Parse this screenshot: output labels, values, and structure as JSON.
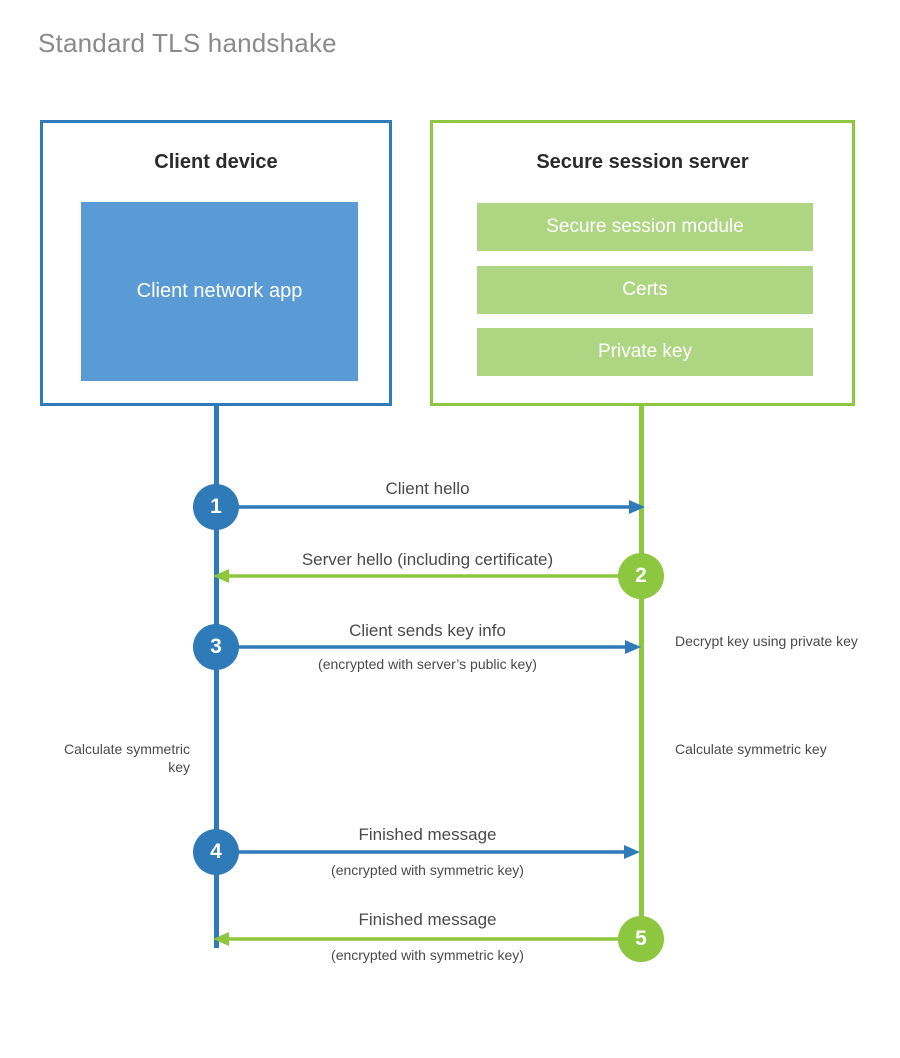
{
  "title": "Standard TLS handshake",
  "colors": {
    "client_accent": "#2f7ab8",
    "client_app_fill": "#5b9bd5",
    "server_accent": "#8dc63f",
    "server_bar_fill": "#aed581",
    "title_text": "#8a8a8a",
    "body_text": "#4a4a4a",
    "heading_text": "#2b2b2b",
    "background": "#ffffff"
  },
  "client": {
    "heading": "Client device",
    "app_label": "Client network app"
  },
  "server": {
    "heading": "Secure session server",
    "components": [
      {
        "label": "Secure session module"
      },
      {
        "label": "Certs"
      },
      {
        "label": "Private key"
      }
    ]
  },
  "steps": [
    {
      "number": "1",
      "title": "Client hello",
      "subtitle": "",
      "direction": "client-to-server",
      "color": "#2f7ab8"
    },
    {
      "number": "2",
      "title": "Server hello (including certificate)",
      "subtitle": "",
      "direction": "server-to-client",
      "color": "#8dc63f"
    },
    {
      "number": "3",
      "title": "Client sends key info",
      "subtitle": "(encrypted with server’s public key)",
      "direction": "client-to-server",
      "color": "#2f7ab8"
    },
    {
      "number": "4",
      "title": "Finished message",
      "subtitle": "(encrypted with symmetric key)",
      "direction": "client-to-server",
      "color": "#2f7ab8"
    },
    {
      "number": "5",
      "title": "Finished message",
      "subtitle": "(encrypted with symmetric key)",
      "direction": "server-to-client",
      "color": "#8dc63f"
    }
  ],
  "annotations": {
    "decrypt_key": "Decrypt key using private key",
    "calculate_symmetric_key_client": "Calculate symmetric key",
    "calculate_symmetric_key_server": "Calculate symmetric key"
  }
}
